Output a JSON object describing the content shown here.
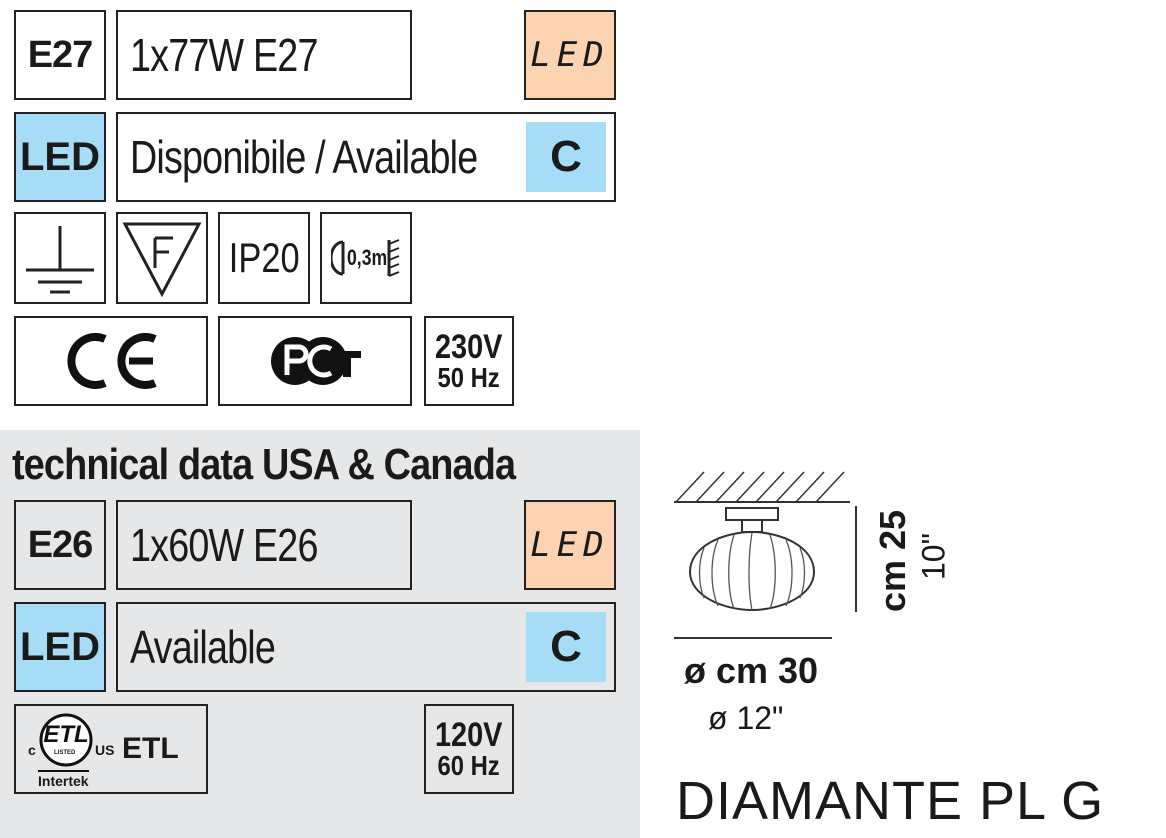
{
  "eu": {
    "socket_code": "E27",
    "bulb_spec": "1x77W E27",
    "led_label_orange": "LED",
    "led_label_blue": "LED",
    "availability": "Disponibile / Available",
    "energy_class": "C",
    "protection": "IP20",
    "distance": "0,3m",
    "voltage": "230V",
    "frequency": "50 Hz"
  },
  "usa": {
    "title": "technical data USA & Canada",
    "socket_code": "E26",
    "bulb_spec": "1x60W E26",
    "led_label_orange": "LED",
    "led_label_blue": "LED",
    "availability": "Available",
    "energy_class": "C",
    "etl": {
      "c": "c",
      "us": "US",
      "etl_text": "ETL",
      "listed": "LISTED",
      "intertek": "Intertek"
    },
    "voltage": "120V",
    "frequency": "60 Hz"
  },
  "dimensions": {
    "height_cm": "cm 25",
    "height_in": "10\"",
    "diameter_cm": "ø cm 30",
    "diameter_in": "ø 12\""
  },
  "product_name": "DIAMANTE PL G",
  "colors": {
    "led_orange": "#fbd3b0",
    "led_blue": "#a6dcf5",
    "usa_panel": "#e6e7e8"
  }
}
